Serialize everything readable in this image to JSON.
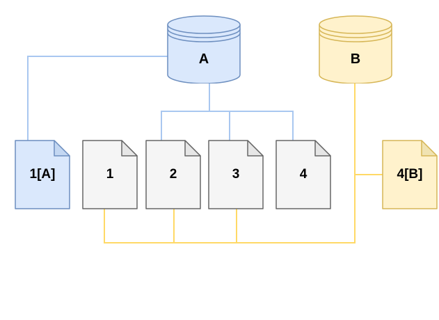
{
  "diagram": {
    "background": "#ffffff",
    "colors": {
      "blue_fill": "#dae8fc",
      "blue_stroke": "#6c8ebf",
      "blue_fold": "#c3d7f2",
      "yellow_fill": "#fff2cc",
      "yellow_stroke": "#d6b656",
      "yellow_fold": "#f0e3b2",
      "gray_fill": "#f5f5f5",
      "gray_stroke": "#666666",
      "gray_fold": "#e6e6e6",
      "blue_edge": "#a9c7f0",
      "yellow_edge": "#ffd966"
    },
    "nodes": {
      "cylinder_a": {
        "label": "A"
      },
      "cylinder_b": {
        "label": "B"
      },
      "doc_1a": {
        "label": "1[A]"
      },
      "doc_1": {
        "label": "1"
      },
      "doc_2": {
        "label": "2"
      },
      "doc_3": {
        "label": "3"
      },
      "doc_4": {
        "label": "4"
      },
      "doc_4b": {
        "label": "4[B]"
      }
    },
    "edges": [
      {
        "from": "A",
        "to": "1[A]",
        "color": "blue"
      },
      {
        "from": "A",
        "to": "2",
        "color": "blue"
      },
      {
        "from": "A",
        "to": "3",
        "color": "blue"
      },
      {
        "from": "A",
        "to": "4",
        "color": "blue"
      },
      {
        "from": "B",
        "to": "1",
        "color": "yellow"
      },
      {
        "from": "B",
        "to": "2",
        "color": "yellow"
      },
      {
        "from": "B",
        "to": "3",
        "color": "yellow"
      },
      {
        "from": "B",
        "to": "4[B]",
        "color": "yellow"
      }
    ]
  }
}
